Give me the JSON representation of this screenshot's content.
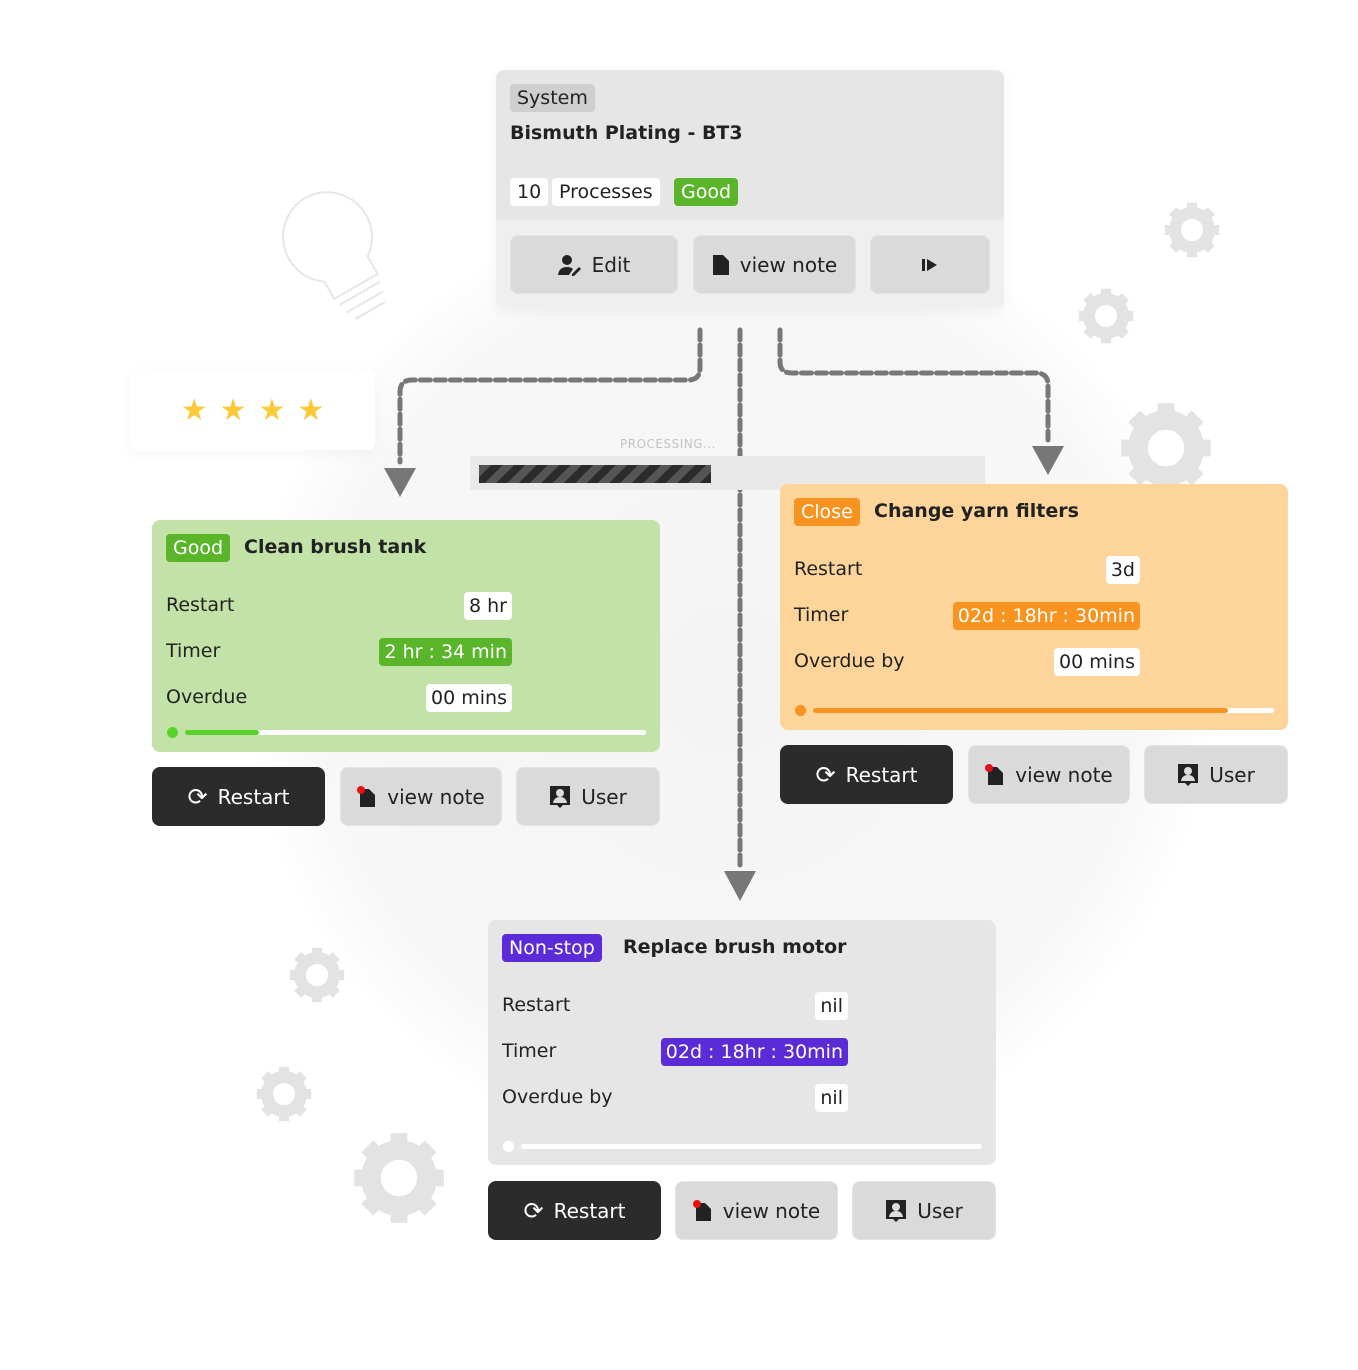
{
  "colors": {
    "good": "#5bb52b",
    "close": "#f7931e",
    "nonstop": "#5a2bd6",
    "dark": "#2b2b2b",
    "star": "#fcc93a"
  },
  "system": {
    "tag": "System",
    "name": "Bismuth Plating - BT3",
    "count": "10",
    "count_label": "Processes",
    "status": "Good",
    "buttons": {
      "edit": "Edit",
      "view_note": "view note"
    }
  },
  "rating": {
    "stars": 4,
    "max": 4
  },
  "processing": {
    "label": "PROCESSING...",
    "progress": 0.45
  },
  "tasks": [
    {
      "status": "Good",
      "title": "Clean brush tank",
      "restart_label": "Restart",
      "restart": "8 hr",
      "timer_label": "Timer",
      "timer": "2 hr : 34 min",
      "overdue_label": "Overdue",
      "overdue": "00 mins",
      "progress": 0.16,
      "buttons": {
        "restart": "Restart",
        "view_note": "view note",
        "user": "User"
      }
    },
    {
      "status": "Close",
      "title": "Change yarn filters",
      "restart_label": "Restart",
      "restart": "3d",
      "timer_label": "Timer",
      "timer": "02d : 18hr : 30min",
      "overdue_label": "Overdue by",
      "overdue": "00 mins",
      "progress": 0.9,
      "buttons": {
        "restart": "Restart",
        "view_note": "view note",
        "user": "User"
      }
    },
    {
      "status": "Non-stop",
      "title": "Replace brush motor",
      "restart_label": "Restart",
      "restart": "nil",
      "timer_label": "Timer",
      "timer": "02d : 18hr : 30min",
      "overdue_label": "Overdue by",
      "overdue": "nil",
      "progress": 0,
      "buttons": {
        "restart": "Restart",
        "view_note": "view note",
        "user": "User"
      }
    }
  ]
}
